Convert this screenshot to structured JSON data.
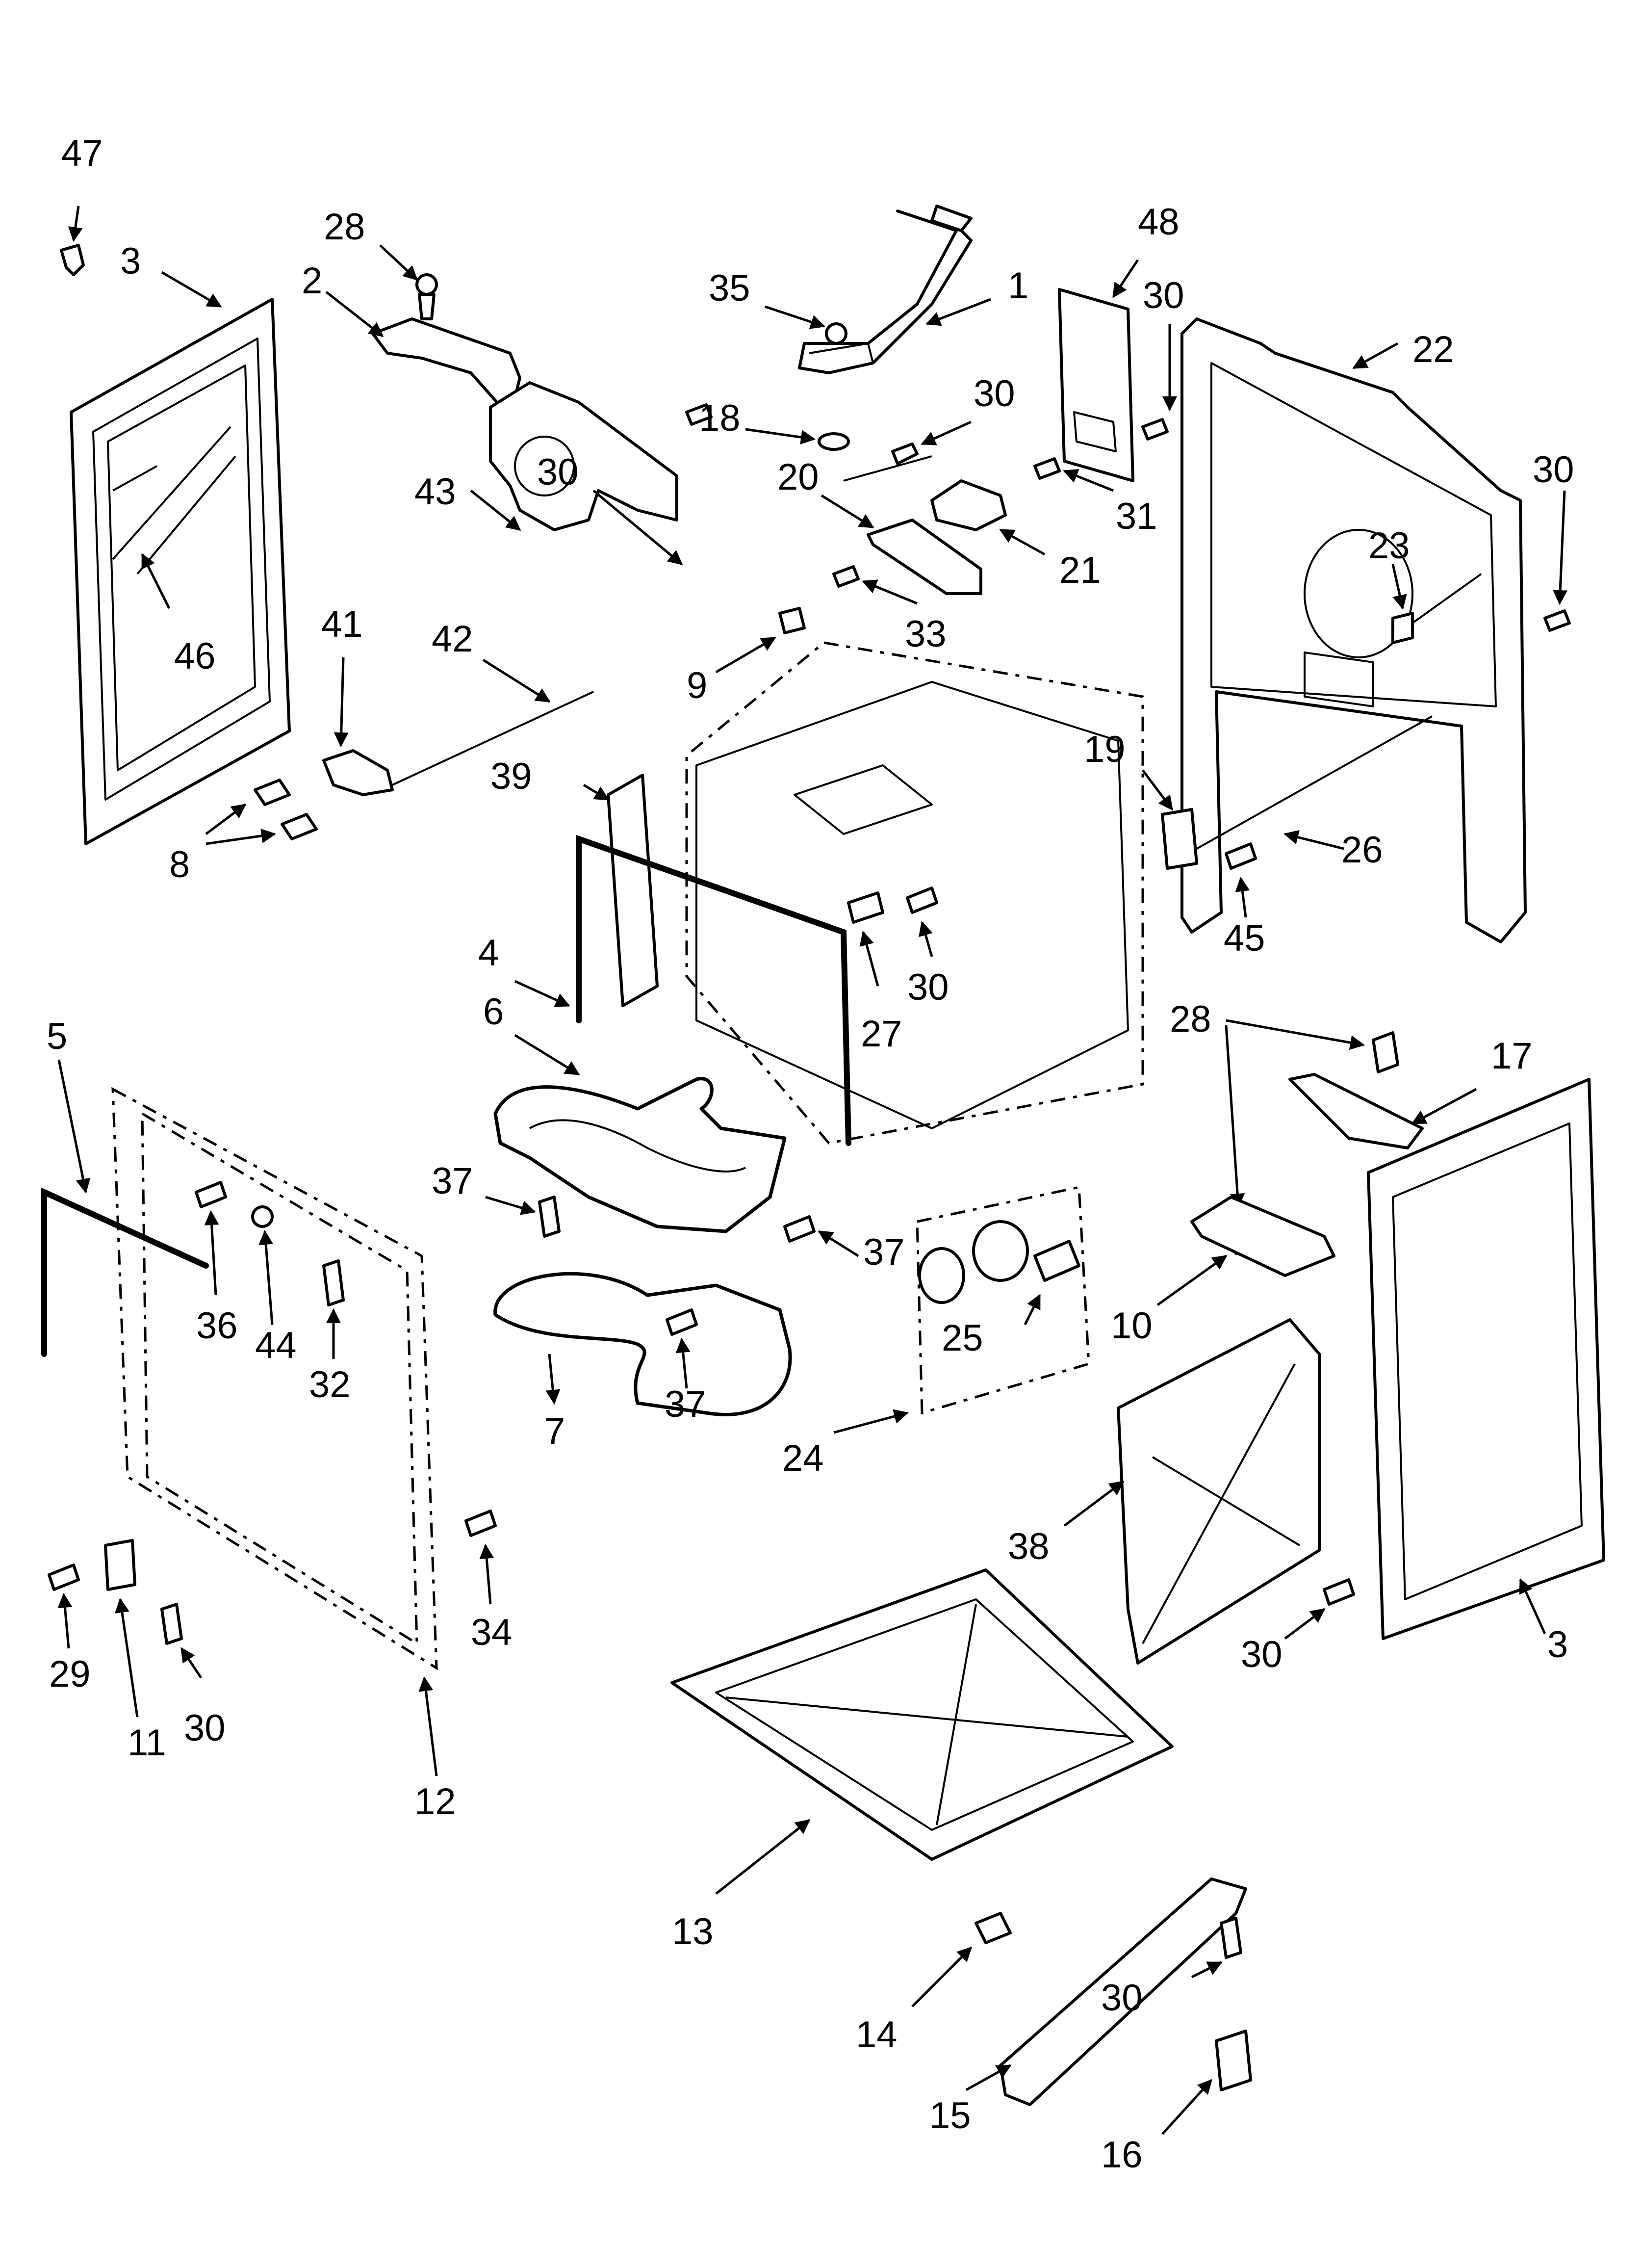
{
  "callouts": [
    "47",
    "3",
    "28",
    "2",
    "35",
    "1",
    "48",
    "30",
    "22",
    "18",
    "30",
    "20",
    "31",
    "21",
    "43",
    "30",
    "30",
    "23",
    "33",
    "9",
    "41",
    "42",
    "46",
    "39",
    "19",
    "26",
    "8",
    "45",
    "4",
    "30",
    "27",
    "5",
    "6",
    "28",
    "17",
    "37",
    "37",
    "10",
    "36",
    "44",
    "32",
    "25",
    "37",
    "7",
    "24",
    "38",
    "34",
    "29",
    "11",
    "30",
    "12",
    "30",
    "3",
    "13",
    "14",
    "30",
    "15",
    "16"
  ]
}
